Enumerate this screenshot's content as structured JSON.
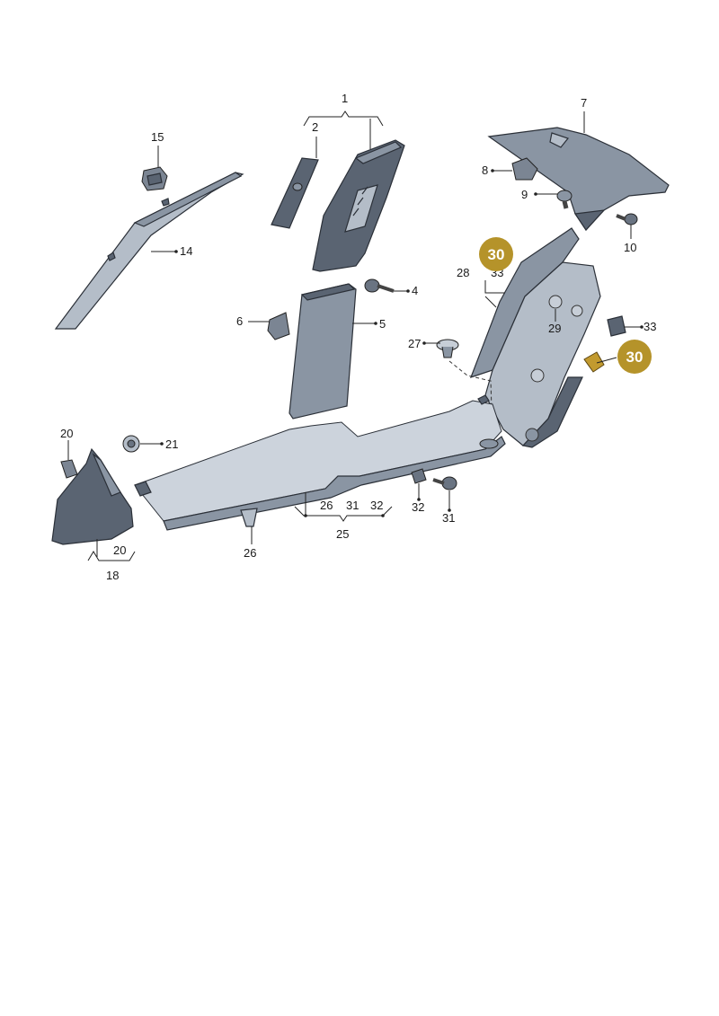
{
  "labels": {
    "l1": "1",
    "l2": "2",
    "l4": "4",
    "l5": "5",
    "l6": "6",
    "l7": "7",
    "l8": "8",
    "l9": "9",
    "l10": "10",
    "l14": "14",
    "l15": "15",
    "l18": "18",
    "l20a": "20",
    "l20b": "20",
    "l21": "21",
    "l25": "25",
    "l26a": "26",
    "l26b": "26",
    "l27": "27",
    "l28": "28",
    "l29": "29",
    "l31a": "31",
    "l31b": "31",
    "l32a": "32",
    "l32b": "32",
    "l33": "33",
    "l33hidden": "33"
  },
  "badges": {
    "b1": "30",
    "b2": "30"
  },
  "colors": {
    "badge": "#b5932a",
    "part": "#8a95a3",
    "part_dark": "#5a6472"
  }
}
